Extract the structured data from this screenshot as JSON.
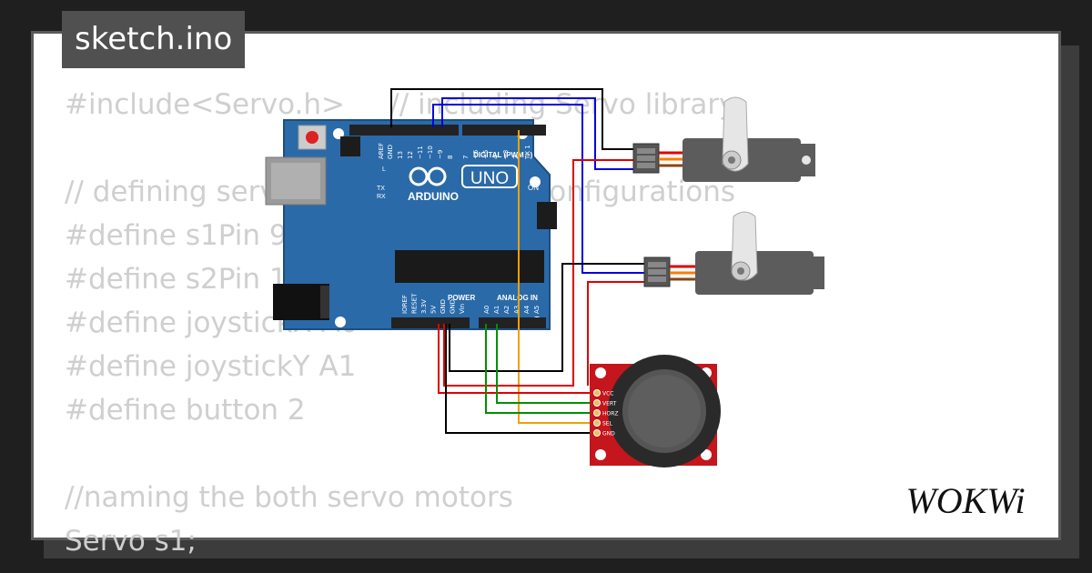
{
  "header": {
    "file_name": "sketch.ino"
  },
  "editor": {
    "code_lines": [
      "#include<Servo.h>     // including Servo library",
      "",
      "// defining servo and joystick pin configurations",
      "#define s1Pin 9",
      "#define s2Pin 10",
      "#define joystickX A0",
      "#define joystickY A1",
      "#define button 2",
      "",
      "//naming the both servo motors",
      "Servo s1;"
    ]
  },
  "board": {
    "brand": "ARDUINO",
    "model": "UNO",
    "digital_label": "DIGITAL (PWM ~)",
    "power_label": "POWER",
    "analog_label": "ANALOG IN",
    "on_label": "ON",
    "led_labels": [
      "L",
      "TX",
      "RX"
    ],
    "top_pins": [
      "AREF",
      "GND",
      "13",
      "12",
      "~11",
      "~10",
      "~9",
      "8",
      "7",
      "~6",
      "~5",
      "4",
      "~3",
      "2",
      "TX 1",
      "RX 0"
    ],
    "power_pins": [
      "IOREF",
      "RESET",
      "3.3V",
      "5V",
      "GND",
      "GND",
      "Vin"
    ],
    "analog_pins": [
      "A0",
      "A1",
      "A2",
      "A3",
      "A4",
      "A5"
    ]
  },
  "joystick": {
    "pins": [
      "VCC",
      "VERT",
      "HORZ",
      "SEL",
      "GND"
    ]
  },
  "brand": {
    "logo_text": "WOKWi"
  },
  "colors": {
    "background": "#1f1f1f",
    "board_blue": "#2a6aa8",
    "servo_gray": "#5c5c5c",
    "joystick_red": "#c4161c",
    "wire_red": "#e00000",
    "wire_blue": "#0000e0",
    "wire_green": "#009000",
    "wire_orange": "#f0a000",
    "wire_black": "#000000"
  }
}
